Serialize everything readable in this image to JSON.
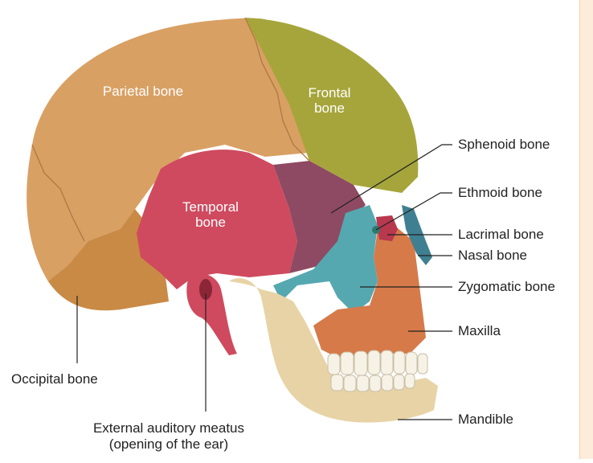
{
  "figure": {
    "inner_labels": {
      "parietal": "Parietal bone",
      "frontal_line1": "Frontal",
      "frontal_line2": "bone",
      "temporal_line1": "Temporal",
      "temporal_line2": "bone"
    },
    "callouts": {
      "sphenoid": "Sphenoid bone",
      "ethmoid": "Ethmoid bone",
      "lacrimal": "Lacrimal bone",
      "nasal": "Nasal bone",
      "zygomatic": "Zygomatic bone",
      "maxilla": "Maxilla",
      "mandible": "Mandible",
      "occipital": "Occipital bone",
      "meatus_line1": "External auditory meatus",
      "meatus_line2": "(opening of the ear)"
    },
    "colors": {
      "parietal": "#d9a064",
      "frontal": "#a6a53b",
      "temporal": "#cf4a5f",
      "sphenoid": "#8e4a62",
      "zygomatic": "#55a8b0",
      "maxilla": "#d67a4a",
      "mandible": "#e7d3a6",
      "occipital": "#c98a45",
      "lacrimal": "#b8384e",
      "nasal": "#3f7f92",
      "ethmoid": "#2b7a6e",
      "sidebar": "#fdecd9"
    }
  }
}
